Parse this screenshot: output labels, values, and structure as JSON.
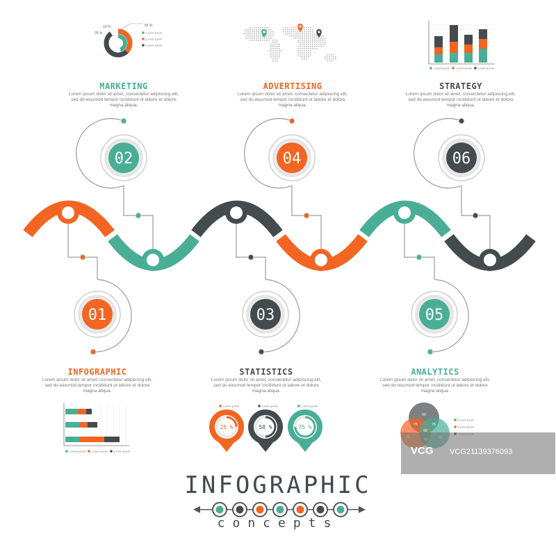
{
  "colors": {
    "orange": "#f26522",
    "teal": "#4aae97",
    "dark": "#444b4f",
    "gray_line": "#9a9a9a"
  },
  "title": {
    "main": "INFOGRAPHIC",
    "sub": "concepts"
  },
  "steps": [
    {
      "number": "01",
      "label": "INFOGRAPHIC",
      "color": "orange"
    },
    {
      "number": "02",
      "label": "MARKETING",
      "color": "teal"
    },
    {
      "number": "03",
      "label": "STATISTICS",
      "color": "dark"
    },
    {
      "number": "04",
      "label": "ADVERTISING",
      "color": "orange"
    },
    {
      "number": "05",
      "label": "ANALYTICS",
      "color": "teal"
    },
    {
      "number": "06",
      "label": "STRATEGY",
      "color": "dark"
    }
  ],
  "body_text": "Lorem ipsum dolor sit amet, consectetur adipiscing elit, sed do eiusmod tempor incididunt ut labore et dolore magna aliqua.",
  "legend_text": "Lorem ipsum",
  "donut_chart": {
    "labels": [
      "55 %",
      "10 %",
      "35 %"
    ]
  },
  "pins": [
    {
      "label": "25 %",
      "value": 25,
      "color": "orange"
    },
    {
      "label": "50 %",
      "value": 50,
      "color": "dark"
    },
    {
      "label": "75 %",
      "value": 75,
      "color": "teal"
    }
  ],
  "venn": {
    "labels": [
      "60",
      "75",
      "75",
      "60",
      "75",
      "60",
      "75"
    ]
  },
  "watermark": {
    "logo": "VCG",
    "id": "VCG21139376093"
  }
}
